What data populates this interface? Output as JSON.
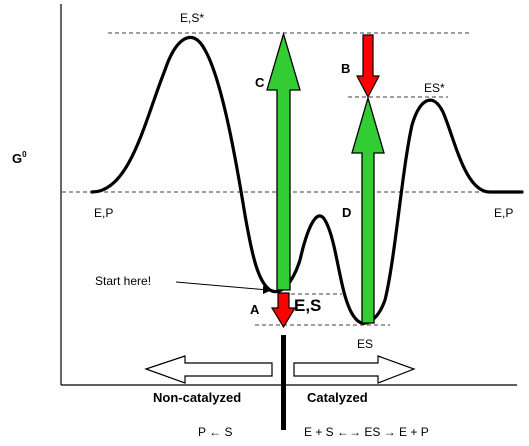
{
  "y_axis_label": "G",
  "y_axis_superscript": "0",
  "labels": {
    "ts_uncatalyzed": "E,S*",
    "ts_catalyzed": "ES*",
    "left_products": "E,P",
    "right_products": "E,P",
    "reactants": "E,S",
    "bound_complex": "ES",
    "start_here": "Start here!",
    "arrow_a": "A",
    "arrow_b": "B",
    "arrow_c": "C",
    "arrow_d": "D"
  },
  "bottom": {
    "non_catalyzed": "Non-catalyzed",
    "catalyzed": "Catalyzed",
    "non_catalyzed_reaction": "P ← S",
    "catalyzed_reaction": "E + S ←→ ES → E + P"
  },
  "colors": {
    "up_arrow": "#33cc33",
    "down_arrow": "#ff0000",
    "curve": "#000000",
    "axis": "#000000"
  }
}
